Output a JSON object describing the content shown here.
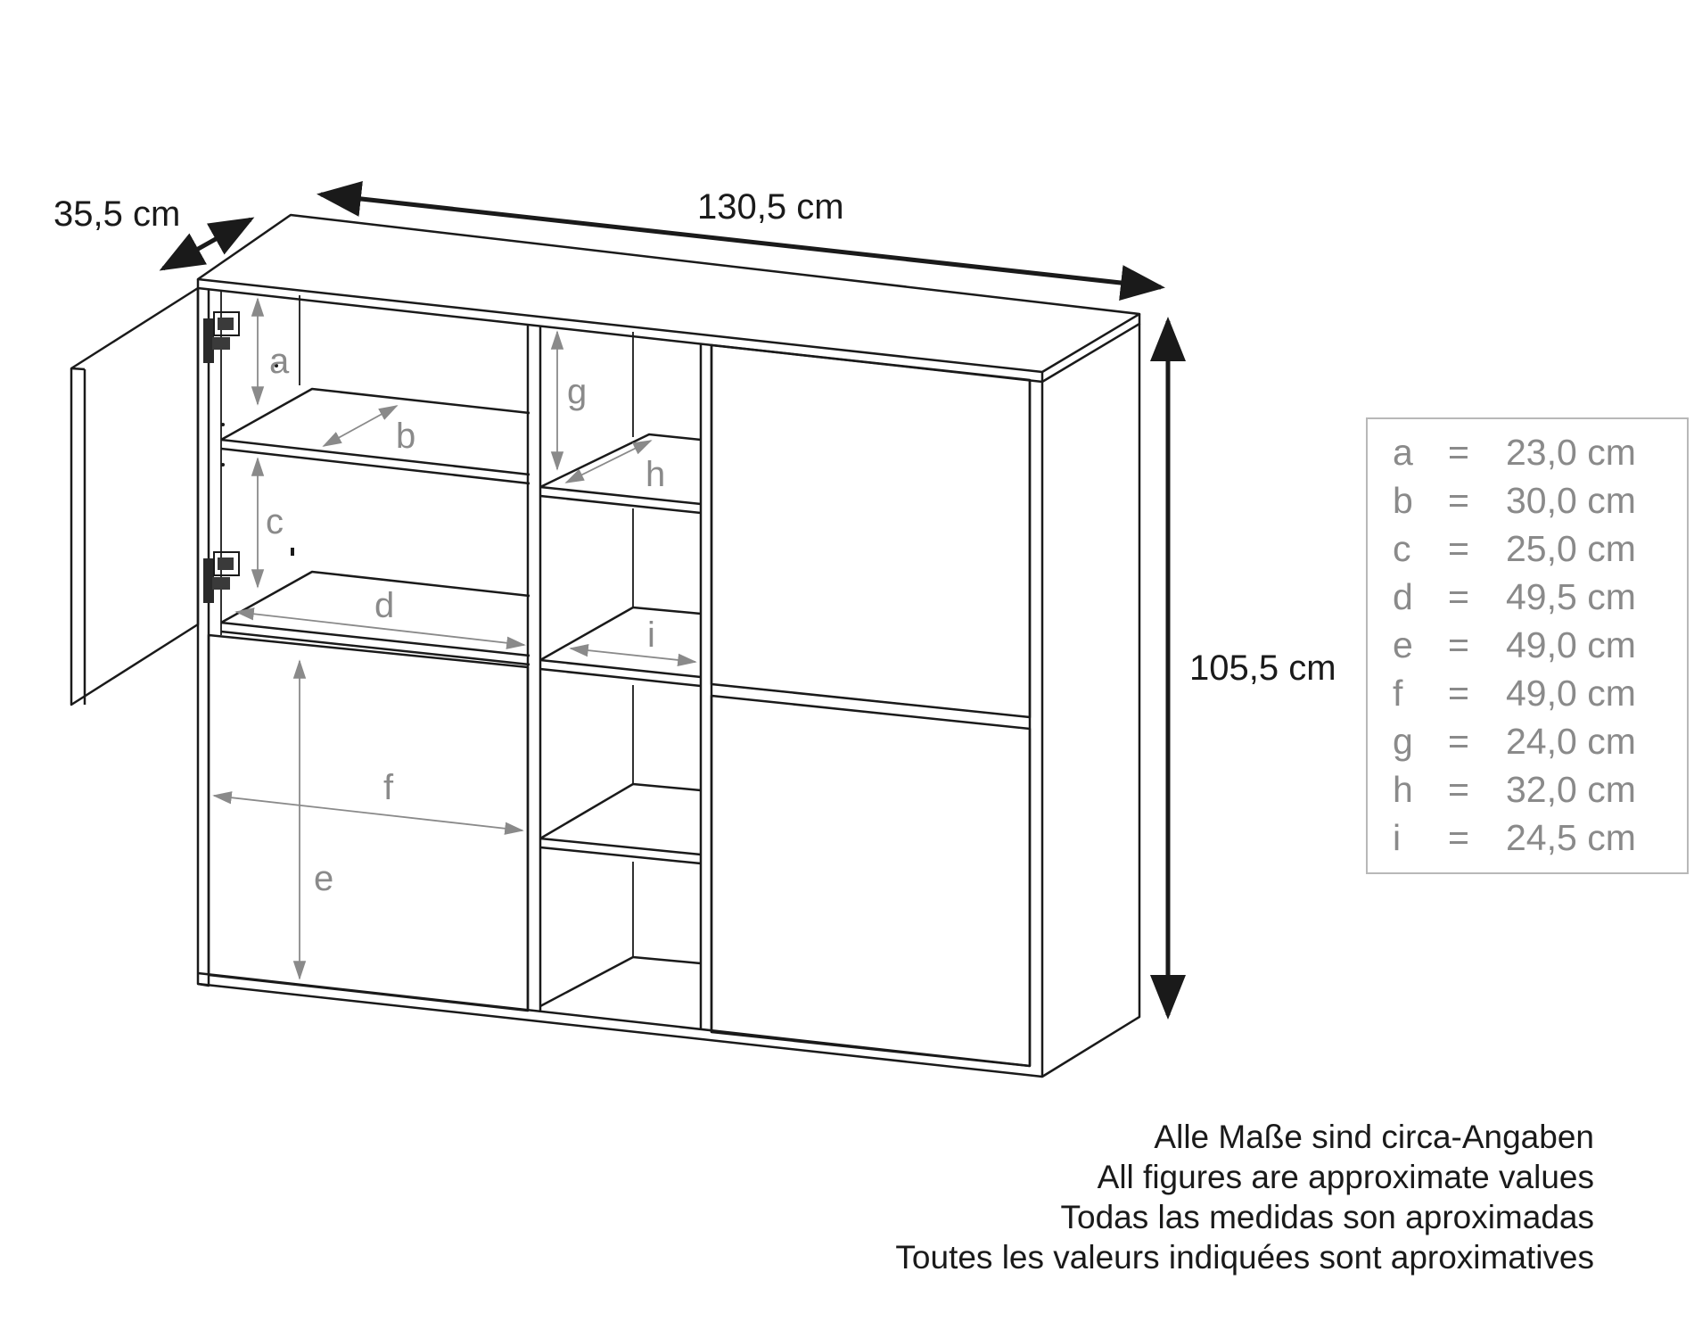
{
  "dimensions": {
    "depth": "35,5 cm",
    "width": "130,5 cm",
    "height": "105,5 cm"
  },
  "inner_labels": [
    "a",
    "b",
    "c",
    "d",
    "e",
    "f",
    "g",
    "h",
    "i"
  ],
  "legend": [
    {
      "letter": "a",
      "eq": "=",
      "value": "23,0 cm"
    },
    {
      "letter": "b",
      "eq": "=",
      "value": "30,0 cm"
    },
    {
      "letter": "c",
      "eq": "=",
      "value": "25,0 cm"
    },
    {
      "letter": "d",
      "eq": "=",
      "value": "49,5 cm"
    },
    {
      "letter": "e",
      "eq": "=",
      "value": "49,0 cm"
    },
    {
      "letter": "f",
      "eq": "=",
      "value": "49,0 cm"
    },
    {
      "letter": "g",
      "eq": "=",
      "value": "24,0 cm"
    },
    {
      "letter": "h",
      "eq": "=",
      "value": "32,0 cm"
    },
    {
      "letter": "i",
      "eq": "=",
      "value": "24,5 cm"
    }
  ],
  "notes": [
    "Alle Maße sind circa-Angaben",
    "All figures are approximate values",
    "Todas las medidas son aproximadas",
    "Toutes les valeurs indiquées sont aproximatives"
  ],
  "colors": {
    "line": "#1a1a1a",
    "dimension_gray": "#8a8a8a",
    "legend_border": "#b8b8b8",
    "background": "#ffffff"
  }
}
